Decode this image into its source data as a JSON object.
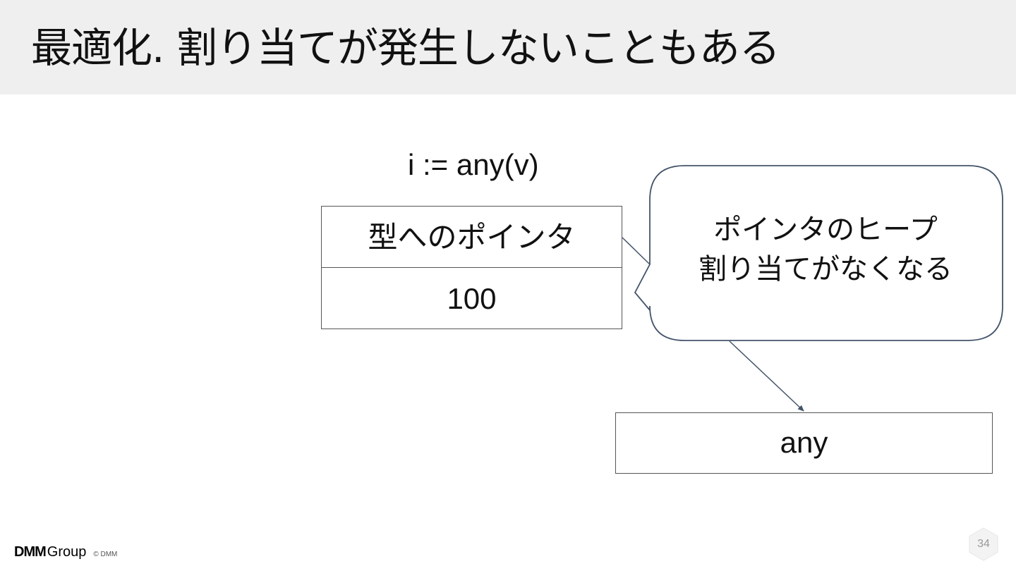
{
  "slide": {
    "title": "最適化. 割り当てが発生しないこともある",
    "code": "i := any(v)"
  },
  "struct_box": {
    "type_pointer_label": "型へのポインタ",
    "value_label": "100"
  },
  "callout": {
    "line1": "ポインタのヒープ",
    "line2": "割り当てがなくなる"
  },
  "any_box": {
    "label": "any"
  },
  "footer": {
    "logo_mark": "DMM",
    "logo_group": "Group",
    "copyright": "© DMM",
    "page_number": "34"
  },
  "colors": {
    "header_band": "#efefef",
    "border": "#555555",
    "callout_border": "#44546a",
    "arrow": "#44546a",
    "page_number_badge": "#f3f3f3"
  },
  "icons": {
    "page_badge": "hexagon-badge-icon",
    "arrow": "arrow-down-right-icon"
  }
}
